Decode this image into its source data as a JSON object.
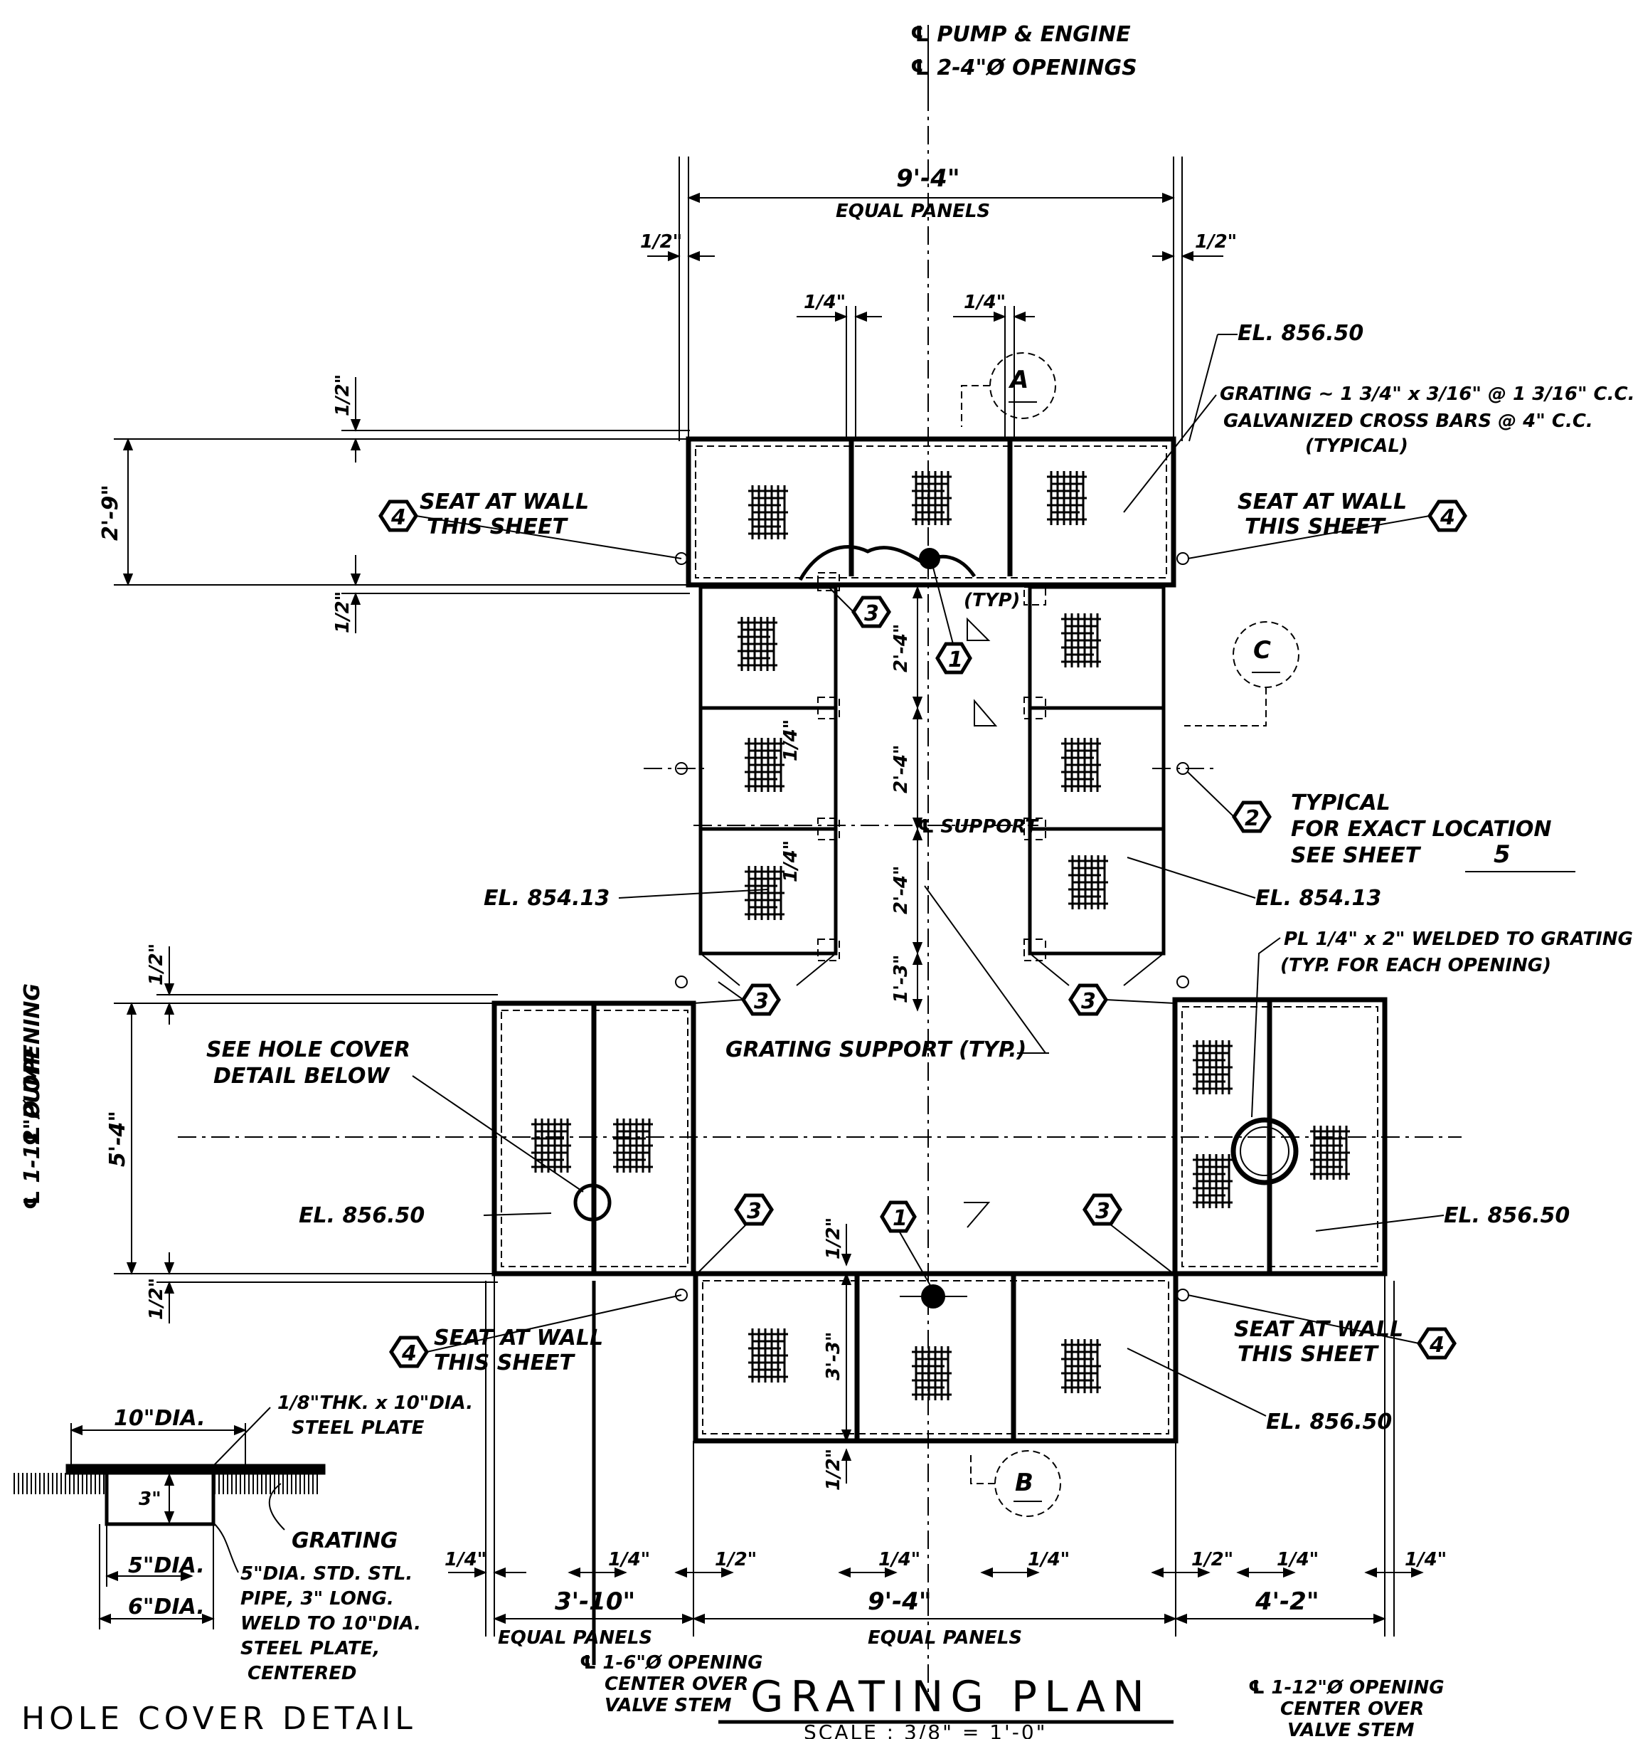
{
  "title": "GRATING PLAN",
  "scale": "SCALE : 3/8\" = 1'-0\"",
  "top_centerline": [
    "℄ PUMP & ENGINE",
    "℄ 2-4\"Ø OPENINGS"
  ],
  "left_centerline": [
    "℄ PUMP",
    "℄ 1-12\"Ø OPENING"
  ],
  "dims": {
    "top_overall": "9'-4\"",
    "top_overall_note": "EQUAL PANELS",
    "half": "1/2\"",
    "quarter": "1/4\"",
    "top_depth": "2'-9\"",
    "c1": "2'-4\"",
    "c2": "2'-4\"",
    "c3": "2'-4\"",
    "c4": "1'-3\"",
    "left_depth": "5'-4\"",
    "bottom_depth": "3'-3\"",
    "bot_left": "3'-10\"",
    "bot_mid": "9'-4\"",
    "bot_right": "4'-2\"",
    "bot_left_note": "EQUAL PANELS",
    "bot_mid_note": "EQUAL PANELS"
  },
  "sections": {
    "a": "A",
    "b": "B",
    "c": "C"
  },
  "callouts": {
    "one": "1",
    "two": "2",
    "three": "3",
    "four": "4",
    "typ": "(TYP)",
    "support": "℄ SUPPORT"
  },
  "notes": {
    "el_856_50": "EL. 856.50",
    "el_854_13": "EL. 854.13",
    "grating_l1": "GRATING ~ 1 3/4\" x 3/16\" @ 1 3/16\" C.C.",
    "grating_l2": "GALVANIZED CROSS BARS @ 4\" C.C.",
    "grating_l3": "(TYPICAL)",
    "seat_l1": "SEAT AT WALL",
    "seat_l2": "THIS SHEET",
    "typical_l1": "TYPICAL",
    "typical_l2": "FOR EXACT LOCATION",
    "typical_l3": "SEE SHEET",
    "typical_sheet": "5",
    "plate_l1": "PL 1/4\" x 2\" WELDED TO GRATING",
    "plate_l2": "(TYP. FOR EACH OPENING)",
    "hole_l1": "SEE HOLE COVER",
    "hole_l2": "DETAIL BELOW",
    "grating_support": "GRATING SUPPORT (TYP.)",
    "valve6_l1": "℄ 1-6\"Ø OPENING",
    "valve6_l2": "CENTER OVER",
    "valve6_l3": "VALVE STEM",
    "valve12_l1": "℄ 1-12\"Ø OPENING",
    "valve12_l2": "CENTER OVER",
    "valve12_l3": "VALVE STEM"
  },
  "detail": {
    "title": "HOLE COVER DETAIL",
    "plate_dia": "10\"DIA.",
    "plate_note_l1": "1/8\"THK. x 10\"DIA.",
    "plate_note_l2": "STEEL PLATE",
    "height": "3\"",
    "grating": "GRATING",
    "inner_dia": "5\"DIA.",
    "outer_dia": "6\"DIA.",
    "pipe_l1": "5\"DIA. STD. STL.",
    "pipe_l2": "PIPE, 3\" LONG.",
    "pipe_l3": "WELD TO 10\"DIA.",
    "pipe_l4": "STEEL PLATE,",
    "pipe_l5": "CENTERED"
  }
}
